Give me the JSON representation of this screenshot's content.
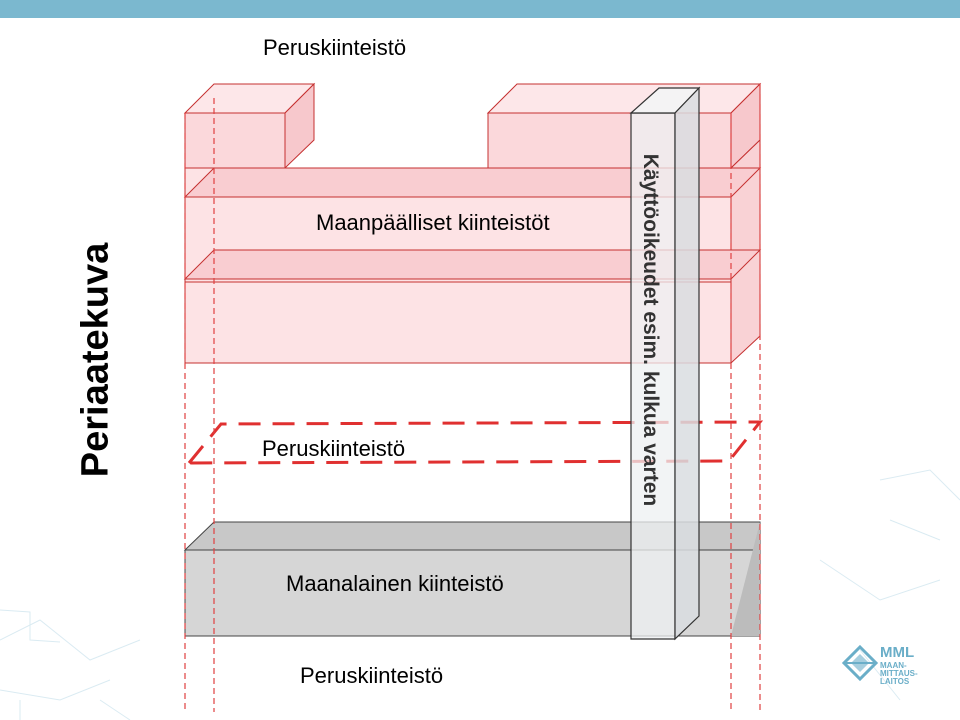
{
  "slide": {
    "side_title": "Periaatekuva",
    "labels": {
      "top": "Peruskiinteistö",
      "above_ground": "Maanpäälliset kiinteistöt",
      "middle": "Peruskiinteistö",
      "underground": "Maanalainen kiinteistö",
      "bottom": "Peruskiinteistö",
      "access_rights": "Käyttöoikeudet esim. kulkua varten"
    },
    "logo": {
      "abbr": "MML",
      "lines": [
        "MAAN-",
        "MITTAUS-",
        "LAITOS"
      ]
    }
  },
  "colors": {
    "background": "#7bb8cf",
    "slide": "#ffffff",
    "pink_fill": "#fce0e2",
    "pink_stroke": "#d03838",
    "gray_fill": "#d8d8d8",
    "dashed_red": "#e03030"
  }
}
